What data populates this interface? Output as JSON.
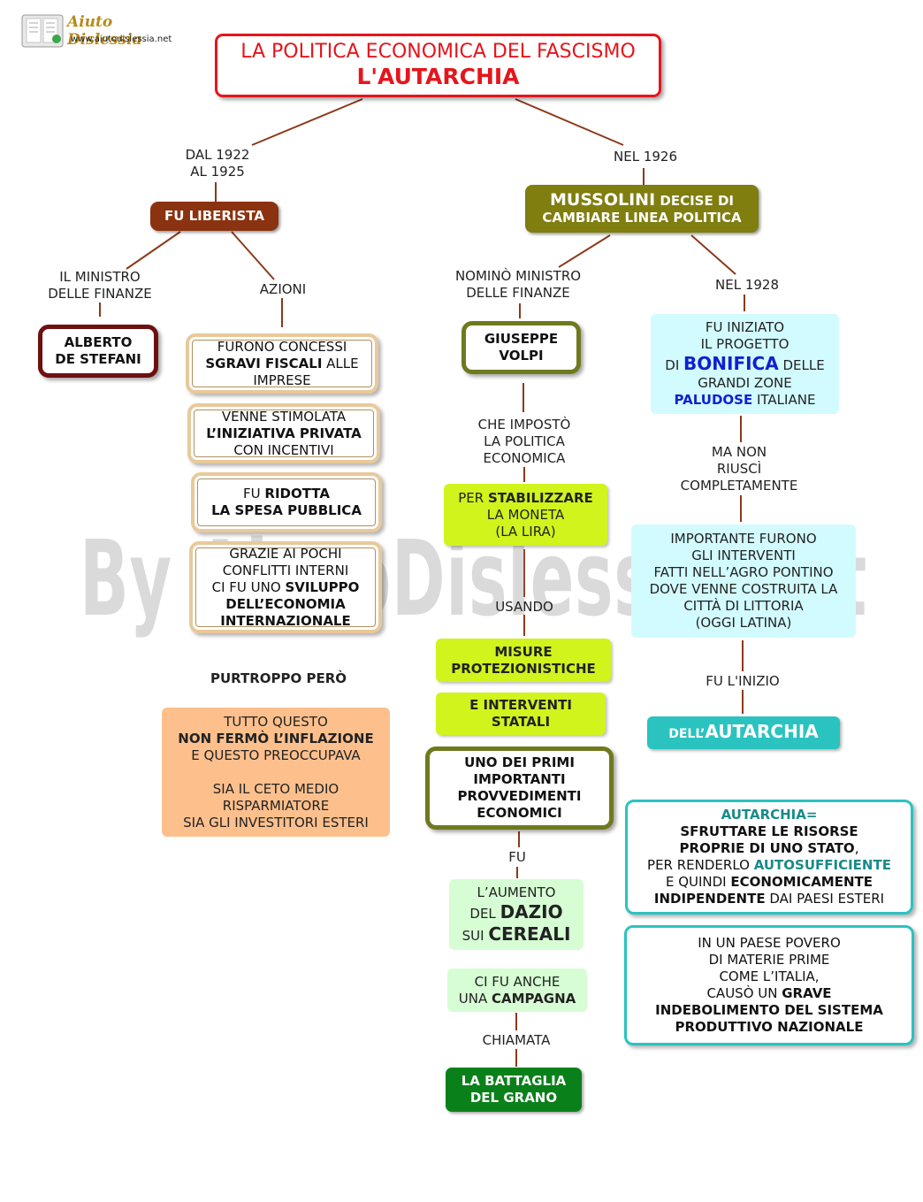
{
  "logo": {
    "name": "Aiuto Dislessia",
    "url": "www.aiutodislessia.net"
  },
  "title": {
    "line1": "LA POLITICA  ECONOMICA DEL FASCISMO",
    "line2": "L'AUTARCHIA"
  },
  "watermark": "By AiutoDislessia.net",
  "left": {
    "edge_label": [
      "DAL 1922",
      "AL 1925"
    ],
    "main": "FU LIBERISTA",
    "minister_label": [
      "IL MINISTRO",
      "DELLE FINANZE"
    ],
    "minister": [
      "ALBERTO",
      "DE STEFANI"
    ],
    "actions_label": "AZIONI",
    "action1": [
      "FURONO CONCESSI",
      "SGRAVI FISCALI",
      " ALLE",
      "IMPRESE"
    ],
    "action2": [
      "VENNE STIMOLATA",
      "L’INIZIATIVA PRIVATA",
      "CON INCENTIVI"
    ],
    "action3": [
      "FU ",
      "RIDOTTA",
      "LA SPESA PUBBLICA"
    ],
    "action4": [
      "GRAZIE  AI POCHI",
      "CONFLITTI INTERNI",
      "CI FU UNO ",
      "SVILUPPO",
      "DELL’ECONOMIA",
      "INTERNAZIONALE"
    ],
    "however": "PURTROPPO PERÒ",
    "result": [
      "TUTTO QUESTO",
      "NON FERMÒ L’INFLAZIONE",
      "E QUESTO PREOCCUPAVA",
      "SIA IL CETO MEDIO",
      "RISPARMIATORE",
      "SIA GLI INVESTITORI ESTERI"
    ]
  },
  "right": {
    "edge_label": "NEL 1926",
    "main": [
      "MUSSOLINI",
      " DECISE DI",
      "CAMBIARE LINEA POLITICA"
    ],
    "minister_label": [
      "NOMINÒ MINISTRO",
      "DELLE FINANZE"
    ],
    "minister": [
      "GIUSEPPE",
      "VOLPI"
    ],
    "set_label": [
      "CHE IMPOSTÒ",
      "LA POLITICA",
      "ECONOMICA"
    ],
    "stabilize": [
      "PER ",
      "STABILIZZARE",
      "LA MONETA",
      "(LA LIRA)"
    ],
    "using_label": "USANDO",
    "measures": [
      "MISURE",
      "PROTEZIONISTICHE"
    ],
    "interventions": [
      "E INTERVENTI",
      "STATALI"
    ],
    "first_measures": [
      "UNO DEI PRIMI",
      "IMPORTANTI",
      "PROVVEDIMENTI",
      "ECONOMICI"
    ],
    "was_label": "FU",
    "duty": [
      "L’AUMENTO",
      "DEL ",
      "DAZIO",
      "SUI ",
      "CEREALI"
    ],
    "campaign": [
      "CI FU ANCHE",
      "UNA ",
      "CAMPAGNA"
    ],
    "called_label": "CHIAMATA",
    "battle": [
      "LA BATTAGLIA",
      "DEL GRANO"
    ],
    "year_1928": "NEL 1928",
    "bonifica": [
      "FU INIZIATO",
      "IL PROGETTO",
      "DI ",
      "BONIFICA",
      " DELLE",
      "GRANDI ZONE",
      "PALUDOSE",
      " ITALIANE"
    ],
    "not_succeeded": [
      "MA NON",
      "RIUSCÌ",
      "COMPLETAMENTE"
    ],
    "interventions_agro": [
      "IMPORTANTE FURONO",
      "GLI INTERVENTI",
      "FATTI NELL’AGRO PONTINO",
      "DOVE VENNE COSTRUITA LA",
      "CITTÀ DI LITTORIA",
      "(OGGI LATINA)"
    ],
    "beginning_label": "FU L'INIZIO",
    "autarchy": [
      "DELL’",
      "AUTARCHIA"
    ],
    "definition": [
      "AUTARCHIA=",
      "SFRUTTARE LE RISORSE",
      "PROPRIE DI UNO STATO",
      ",",
      "PER  RENDERLO ",
      "AUTOSUFFICIENTE",
      "E QUINDI ",
      "ECONOMICAMENTE",
      "INDIPENDENTE",
      " DAI PAESI ESTERI"
    ],
    "consequence": [
      "IN UN PAESE POVERO",
      "DI MATERIE PRIME",
      "COME L’ITALIA,",
      "CAUSÒ UN ",
      "GRAVE",
      "INDEBOLIMENTO DEL SISTEMA",
      "PRODUTTIVO NAZIONALE"
    ]
  },
  "colors": {
    "title_border": "#e5151c",
    "connector": "#8b3a1a",
    "brown": "#8b3210",
    "olive": "#7f7e0f",
    "teal": "#2ac3c0",
    "bonifica_blue": "#1020d0",
    "definition_teal": "#1a8a8a"
  }
}
